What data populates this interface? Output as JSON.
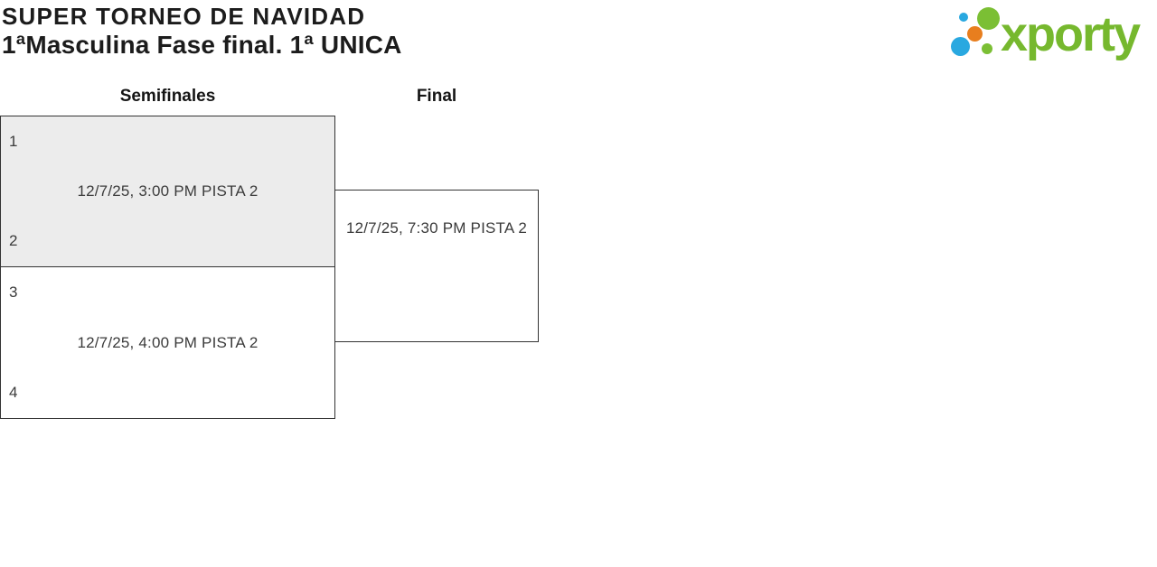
{
  "header": {
    "title": "SUPER TORNEO DE NAVIDAD",
    "subtitle": "1ªMasculina Fase final. 1ª UNICA"
  },
  "logo": {
    "text": "xporty",
    "text_color": "#76b82e",
    "dots": [
      {
        "name": "blue-small",
        "color": "#29a8e0"
      },
      {
        "name": "green-large",
        "color": "#7bbf34"
      },
      {
        "name": "orange",
        "color": "#e87e1e"
      },
      {
        "name": "blue-large",
        "color": "#29a8e0"
      },
      {
        "name": "green-small",
        "color": "#7bbf34"
      }
    ]
  },
  "bracket": {
    "rounds": [
      {
        "label": "Semifinales",
        "matches": [
          {
            "seed_top": "1",
            "seed_bottom": "2",
            "info": "12/7/25, 3:00 PM PISTA 2",
            "highlighted": true
          },
          {
            "seed_top": "3",
            "seed_bottom": "4",
            "info": "12/7/25, 4:00 PM PISTA 2",
            "highlighted": false
          }
        ]
      },
      {
        "label": "Final",
        "matches": [
          {
            "info": "12/7/25, 7:30 PM PISTA 2"
          }
        ]
      }
    ]
  },
  "colors": {
    "box_border": "#333333",
    "box_highlight_fill": "#ececec",
    "text_primary": "#1c1c1c",
    "text_secondary": "#3b3b3b",
    "brand_green": "#76b82e",
    "brand_blue": "#29a8e0",
    "brand_orange": "#e87e1e"
  }
}
